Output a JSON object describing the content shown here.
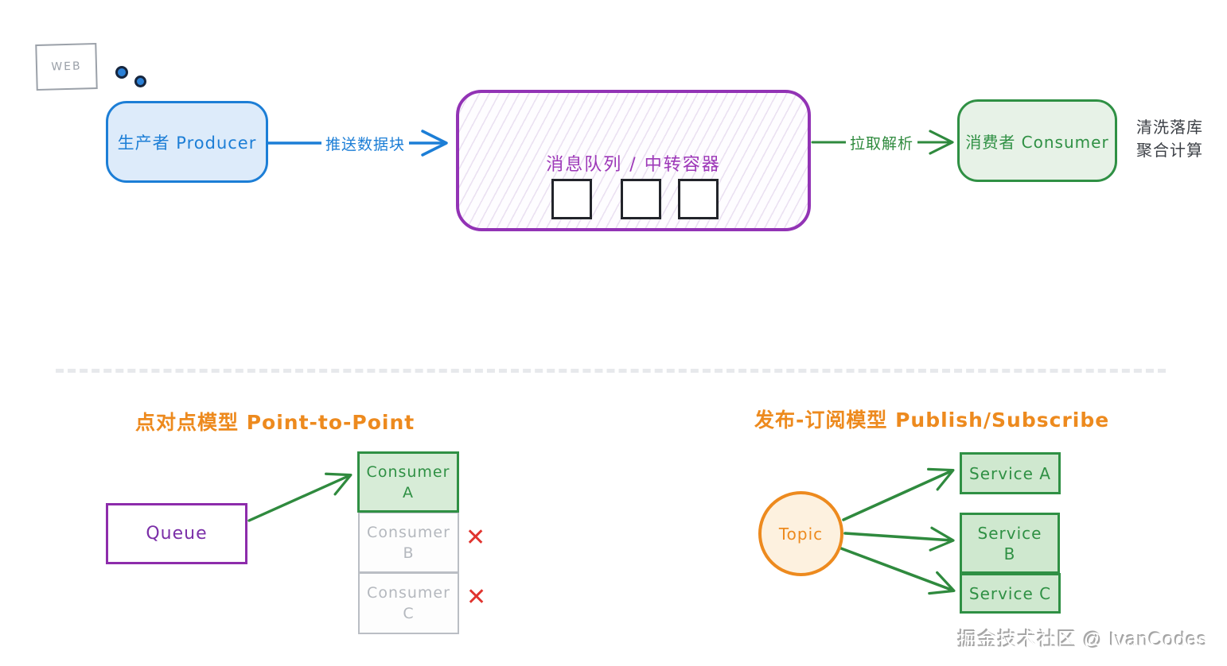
{
  "top_flow": {
    "web_label": "WEB",
    "producer_label": "生产者 Producer",
    "push_arrow_label": "推送数据块",
    "queue_title": "消息队列 / 中转容器",
    "pull_arrow_label": "拉取解析",
    "consumer_label": "消费者 Consumer",
    "side_note_line1": "清洗落库",
    "side_note_line2": "聚合计算"
  },
  "p2p": {
    "title": "点对点模型 Point-to-Point",
    "queue_label": "Queue",
    "consumers": [
      {
        "line1": "Consumer",
        "line2": "A",
        "active": true
      },
      {
        "line1": "Consumer",
        "line2": "B",
        "active": false
      },
      {
        "line1": "Consumer",
        "line2": "C",
        "active": false
      }
    ],
    "reject_mark": "✕"
  },
  "pubsub": {
    "title": "发布-订阅模型 Publish/Subscribe",
    "topic_label": "Topic",
    "services": [
      {
        "line1": "Service A",
        "line2": ""
      },
      {
        "line1": "Service",
        "line2": "B"
      },
      {
        "line1": "Service C",
        "line2": ""
      }
    ]
  },
  "watermark": "掘金技术社区 @ IvanCodes",
  "colors": {
    "blue": "#1c7ed6",
    "purple": "#9233b5",
    "green": "#2f9044",
    "orange": "#ed8a1e",
    "red": "#e0342f",
    "gray": "#b4b8be"
  }
}
